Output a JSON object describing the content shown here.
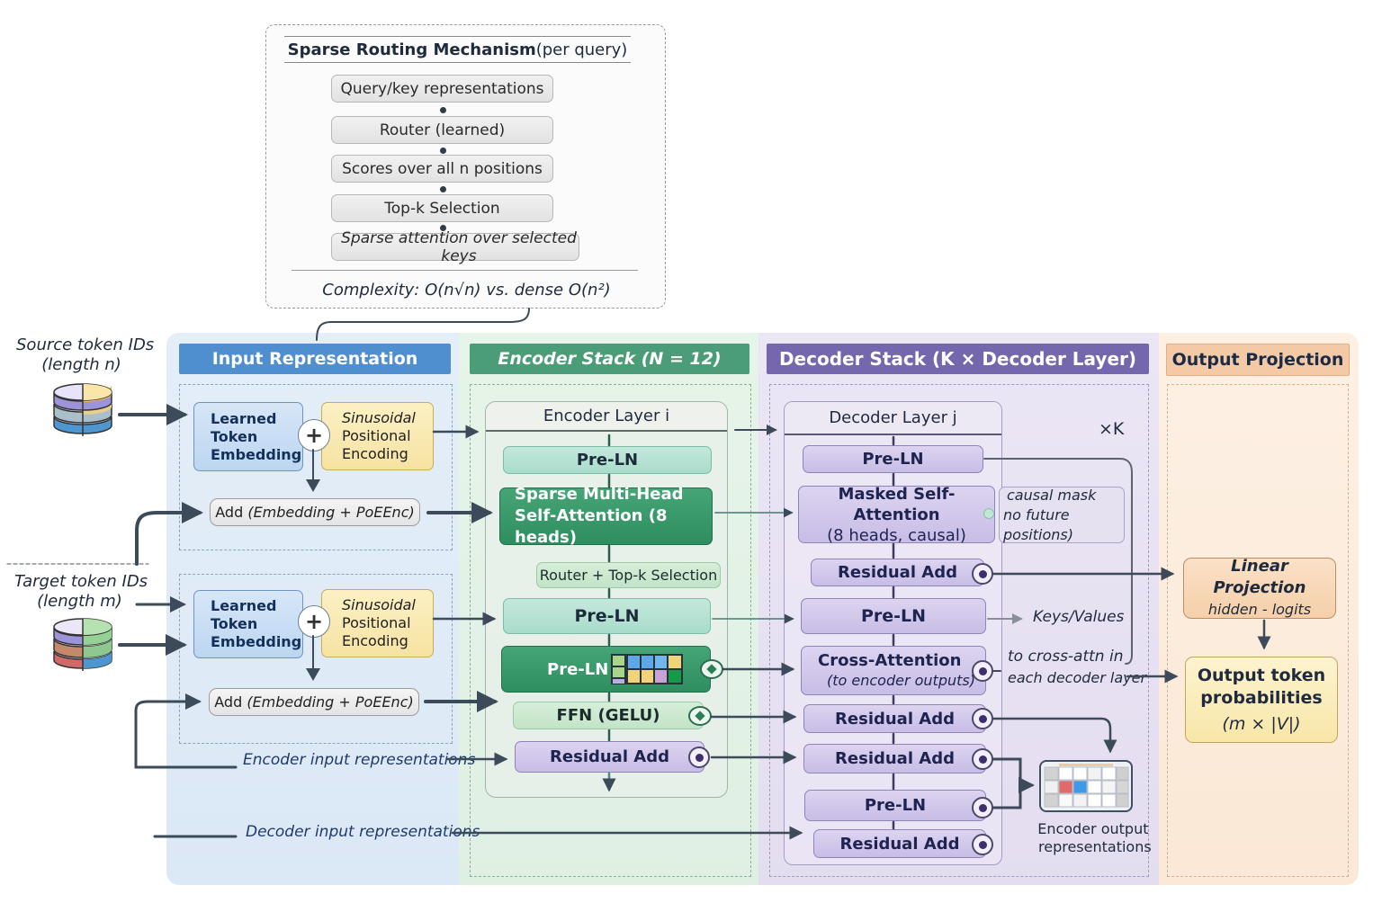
{
  "routing": {
    "title_bold": "Sparse Routing Mechanism",
    "title_rest": " (per query)",
    "steps": [
      "Query/key representations",
      "Router (learned)",
      "Scores over all n positions",
      "Top-k Selection",
      "Sparse attention over selected keys"
    ],
    "complexity": "Complexity: O(n√n) vs. dense O(n²)"
  },
  "inputs": {
    "source_label_1": "Source token IDs",
    "source_label_2": "(length n)",
    "target_label_1": "Target token IDs",
    "target_label_2": "(length m)",
    "source_icon": "database-stack-icon",
    "target_icon": "database-stack-icon"
  },
  "input_repr": {
    "header": "Input Representation",
    "embedding_lines": [
      "Learned",
      "Token",
      "Embedding"
    ],
    "positional_lines": [
      "Sinusoidal",
      "Positional",
      "Encoding"
    ],
    "plus_symbol": "+",
    "add_label": "Add",
    "add_detail": "(Embedding + PoEEnc)",
    "encoder_input_label": "Encoder input representations",
    "decoder_input_label": "Decoder input representations"
  },
  "encoder": {
    "header": "Encoder Stack (N = 12)",
    "layer_title": "Encoder Layer i",
    "pre_ln_1": "Pre-LN",
    "attention_line1": "Sparse Multi-Head",
    "attention_line2": "Self-Attention  (8 heads)",
    "router_label": "Router + Top-k Selection",
    "pre_ln_2": "Pre-LN",
    "pre_ln_3": "Pre-LN",
    "ffn": "FFN (GELU)",
    "residual": "Residual Add"
  },
  "decoder": {
    "header": "Decoder Stack (K × Decoder Layer)",
    "layer_title": "Decoder Layer j",
    "repeat": "×K",
    "pre_ln_1": "Pre-LN",
    "masked_line1": "Masked Self-Attention",
    "masked_line2": "(8 heads, causal)",
    "causal_line1": "causal mask",
    "causal_line2": "no future positions)",
    "residual_1": "Residual Add",
    "pre_ln_2": "Pre-LN",
    "keys_values": "Keys/Values",
    "cross_line1": "Cross-Attention",
    "cross_line2": "(to encoder outputs)",
    "cross_note_1": "to cross-attn in",
    "cross_note_2": "each decoder layer",
    "residual_2": "Residual Add",
    "residual_3": "Residual Add",
    "pre_ln_3": "Pre-LN",
    "residual_4": "Residual Add",
    "encoder_output_1": "Encoder output",
    "encoder_output_2": "representations"
  },
  "output": {
    "header": "Output Projection",
    "linear_title": "Linear Projection",
    "linear_sub": "hidden  -  logits",
    "prob_line1": "Output token",
    "prob_line2": "probabilities",
    "prob_line3": "(m × |V|)"
  },
  "colors": {
    "input_header": "#4f8fd0",
    "encoder_header": "#3f9b72",
    "decoder_header": "#7467ad",
    "output_header": "#f3c9a6"
  }
}
